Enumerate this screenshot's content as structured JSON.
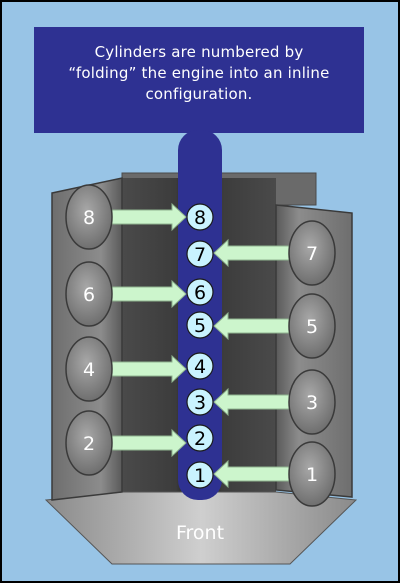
{
  "callout": {
    "lines": [
      "Cylinders are numbered by",
      "“folding” the engine into an inline",
      "configuration."
    ]
  },
  "front_label": "Front",
  "left_bank": [
    "8",
    "6",
    "4",
    "2"
  ],
  "right_bank": [
    "7",
    "5",
    "3",
    "1"
  ],
  "inline_order": [
    "8",
    "7",
    "6",
    "5",
    "4",
    "3",
    "2",
    "1"
  ],
  "colors": {
    "background": "#98c4e6",
    "callout": "#2e3192",
    "arrow": "#ccf5cc",
    "inline_circle": "#c9f3ff",
    "cylinder_fill": "#888888",
    "block": "#6a6a6a"
  }
}
